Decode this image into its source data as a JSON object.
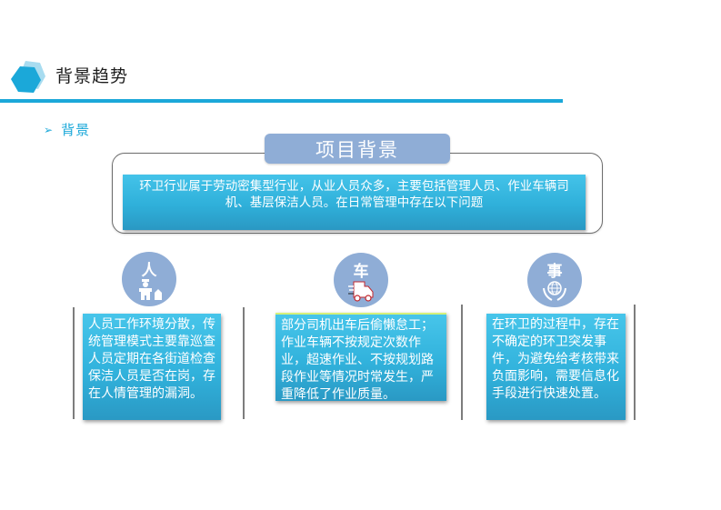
{
  "header": {
    "title": "背景趋势",
    "logo_icon": "hexagon-icon",
    "accent_color": "#1ba8d9"
  },
  "section": {
    "bullet_icon": "arrow-bullet-icon",
    "bullet_glyph": "➢",
    "label": "背景"
  },
  "project_background": {
    "title": "项目背景",
    "title_color": "#8fadd6",
    "description": "环卫行业属于劳动密集型行业，从业人员众多，主要包括管理人员、作业车辆司机、基层保洁人员。在日常管理中存在以下问题",
    "box_color": "#31b2dc"
  },
  "issues": [
    {
      "caption": "人",
      "icon": "worker-icon",
      "text": "人员工作环境分散，传统管理模式主要靠巡查人员定期在各街道检查保洁人员是否在岗，存在人情管理的漏洞。"
    },
    {
      "caption": "车",
      "icon": "truck-icon",
      "text": "部分司机出车后偷懒怠工；作业车辆不按规定次数作业，超速作业、不按规划路段作业等情况时常发生，严重降低了作业质量。"
    },
    {
      "caption": "事",
      "icon": "globe-hands-icon",
      "text": "在环卫的过程中，存在不确定的环卫突发事件，为避免给考核带来负面影响，需要信息化手段进行快速处置。"
    }
  ]
}
